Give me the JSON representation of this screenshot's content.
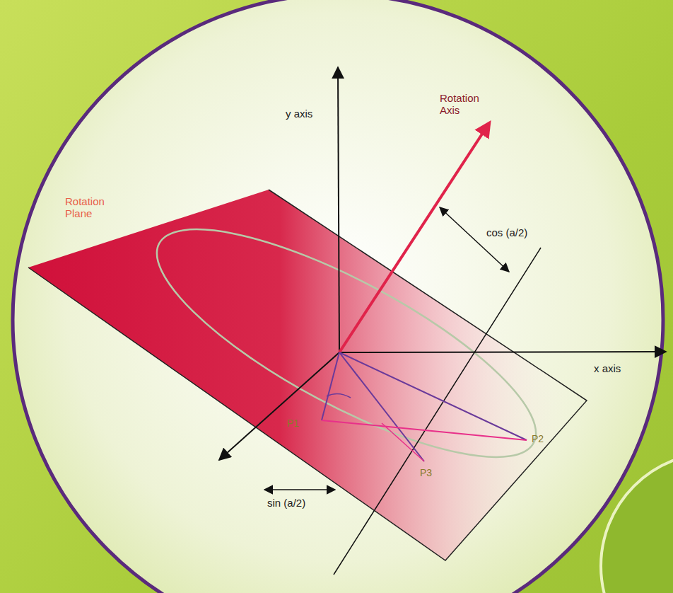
{
  "diagram": {
    "labels": [
      "y axis",
      "Rotation Axis",
      "Rotation Plane",
      "cos (a/2)",
      "x axis",
      "sin (a/2)",
      "P1",
      "P2",
      "P3"
    ]
  }
}
